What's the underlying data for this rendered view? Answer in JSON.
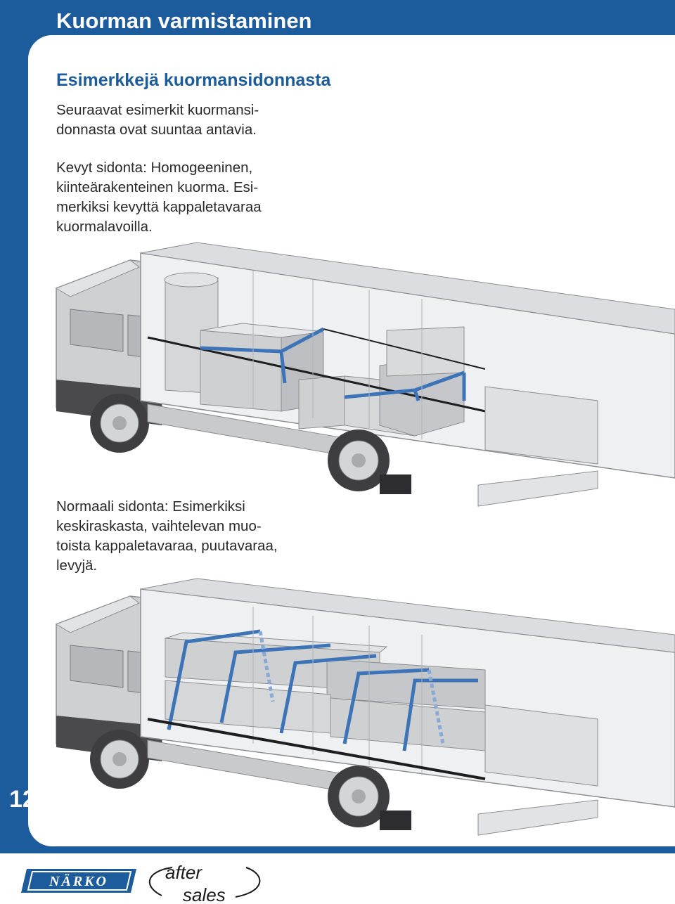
{
  "header": {
    "title": "Kuorman varmistaminen"
  },
  "section": {
    "title": "Esimerkkejä kuormansidonnasta"
  },
  "paragraphs": {
    "intro": [
      "Seuraavat esimerkit kuormansi-",
      "donnasta ovat suuntaa antavia."
    ],
    "light": [
      "Kevyt sidonta: Homogeeninen,",
      "kiinteärakenteinen kuorma. Esi-",
      "merkiksi kevyttä kappaletavaraa",
      "kuormalavoilla."
    ],
    "normal": [
      "Normaali sidonta: Esimerkiksi",
      "keskiraskasta, vaihtelevan muo-",
      "toista kappaletavaraa, puutavaraa,",
      "levyjä."
    ]
  },
  "footer": {
    "page_number": "12",
    "brand_logo": "NÄRKO",
    "service_logo": {
      "line1": "after",
      "line2": "sales"
    }
  },
  "colors": {
    "brand_blue": "#1d5c9c",
    "strap_blue": "#3d74b8",
    "truck_grey": "#c9cacc",
    "dark_grey": "#3b3b3b"
  },
  "icons": {
    "truck_1": "truck-light-securing-illustration",
    "truck_2": "truck-normal-securing-illustration"
  }
}
